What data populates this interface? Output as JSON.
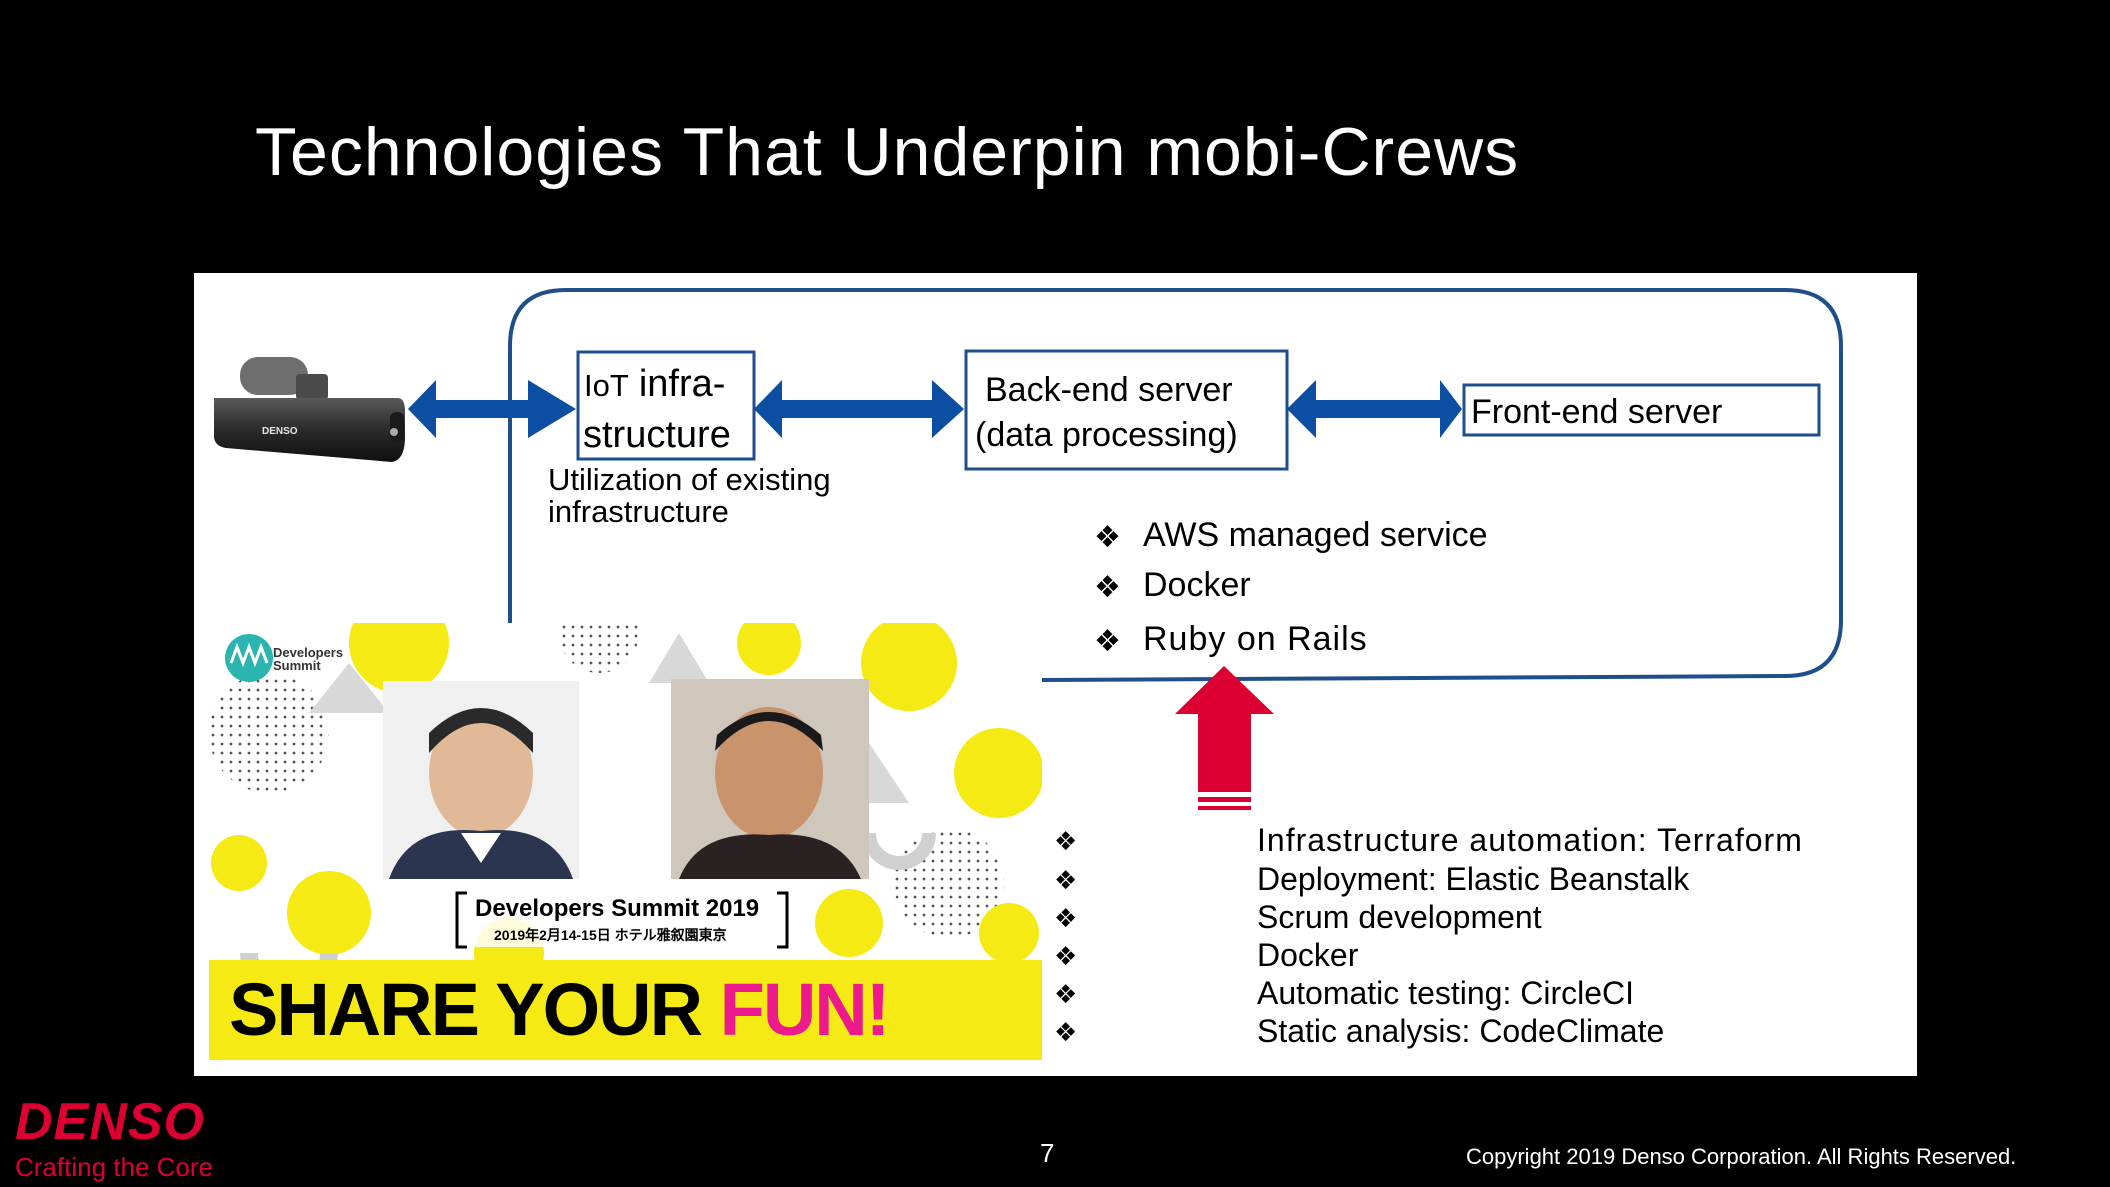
{
  "slide": {
    "title": "Technologies That Underpin mobi-Crews",
    "page_number": "7",
    "copyright": "Copyright 2019 Denso Corporation. All Rights Reserved."
  },
  "device": {
    "brand": "DENSO"
  },
  "diagram": {
    "iot_box": {
      "line1_small": "IoT",
      "line1_large": "infra-",
      "line2": "structure"
    },
    "iot_note": [
      "Utilization of existing",
      "infrastructure"
    ],
    "backend_box": [
      "Back-end server",
      "(data processing)"
    ],
    "frontend_box": "Front-end server",
    "cloud_list": [
      "AWS managed service",
      "Docker",
      "Ruby on Rails"
    ],
    "bullet_glyph": "❖"
  },
  "practices": [
    "Infrastructure automation: Terraform",
    "Deployment: Elastic Beanstalk",
    "Scrum development",
    "Docker",
    "Automatic testing: CircleCI",
    "Static analysis: CodeClimate"
  ],
  "event_banner": {
    "badge_line1": "Developers",
    "badge_line2": "Summit",
    "event_name": "Developers Summit 2019",
    "event_detail": "2019年2月14-15日 ホテル雅叙園東京",
    "slogan_black": "SHARE YOUR",
    "slogan_pink": "FUN!"
  },
  "colors": {
    "arrow_blue": "#0b4ea2",
    "box_border": "#1f4e8c",
    "highlight_red": "#dc0032",
    "banner_yellow": "#f5ea14",
    "slogan_pink": "#ec1a8c",
    "brand_red": "#dc0032"
  },
  "brand": {
    "logo": "DENSO",
    "tagline": "Crafting the Core"
  }
}
